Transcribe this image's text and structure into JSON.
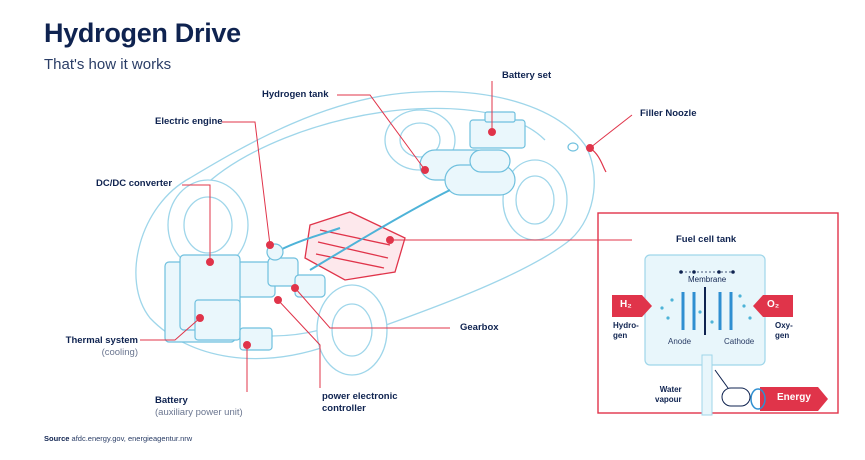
{
  "header": {
    "title": "Hydrogen Drive",
    "subtitle": "That's how it works"
  },
  "labels": {
    "battery_set": "Battery set",
    "hydrogen_tank": "Hydrogen tank",
    "filler_noozle": "Filler Noozle",
    "electric_engine": "Electric engine",
    "dc_dc_converter": "DC/DC converter",
    "fuel_cell_tank": "Fuel cell tank",
    "gearbox": "Gearbox",
    "thermal_system": "Thermal system",
    "thermal_system_sub": "(cooling)",
    "battery": "Battery",
    "battery_sub": "(auxiliary power unit)",
    "power_controller_line1": "power electronic",
    "power_controller_line2": "controller"
  },
  "fuel_cell": {
    "membrane": "Membrane",
    "h2": "H₂",
    "o2": "O₂",
    "hydrogen_line1": "Hydro-",
    "hydrogen_line2": "gen",
    "oxygen_line1": "Oxy-",
    "oxygen_line2": "gen",
    "anode": "Anode",
    "cathode": "Cathode",
    "water_line1": "Water",
    "water_line2": "vapour",
    "energy": "Energy"
  },
  "source": {
    "prefix": "Source",
    "text": "afdc.energy.gov, energieagentur.nrw"
  },
  "colors": {
    "navy": "#0f2350",
    "red": "#e0344a",
    "line_blue": "#8fcfe6",
    "fill_blue": "#e8f6fb"
  }
}
